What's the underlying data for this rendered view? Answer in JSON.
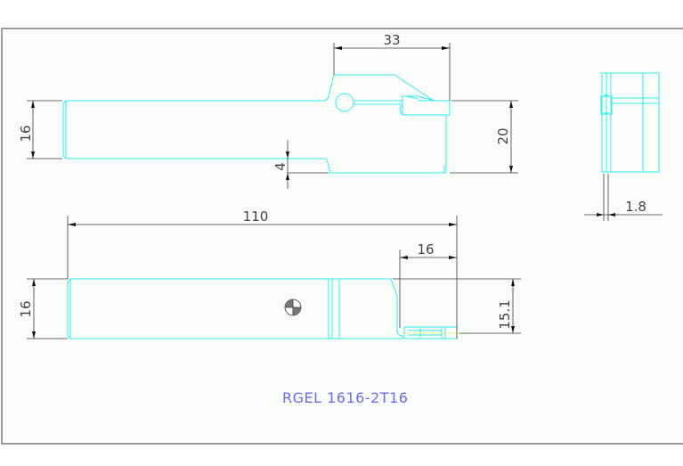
{
  "drawing": {
    "title": "RGEL 1616-2T16",
    "colors": {
      "background": "#ffffff",
      "sheet": "#fafcfa",
      "frame": "#7a7a7a",
      "part_outline": "#33ecec",
      "dimension": "#3a3a3a",
      "title_text": "#6b6bf0",
      "centerline": "#e8e800"
    },
    "views": {
      "front_view": {
        "dimensions": {
          "shank_height": "16",
          "head_width": "33",
          "head_height": "20",
          "head_offset": "4"
        }
      },
      "top_view": {
        "dimensions": {
          "overall_length": "110",
          "head_length": "16",
          "shank_height": "16",
          "cutting_height": "15.1"
        },
        "symbols": [
          "center-of-gravity-symbol"
        ]
      },
      "end_view": {
        "dimensions": {
          "insert_width": "1.8"
        }
      }
    }
  }
}
